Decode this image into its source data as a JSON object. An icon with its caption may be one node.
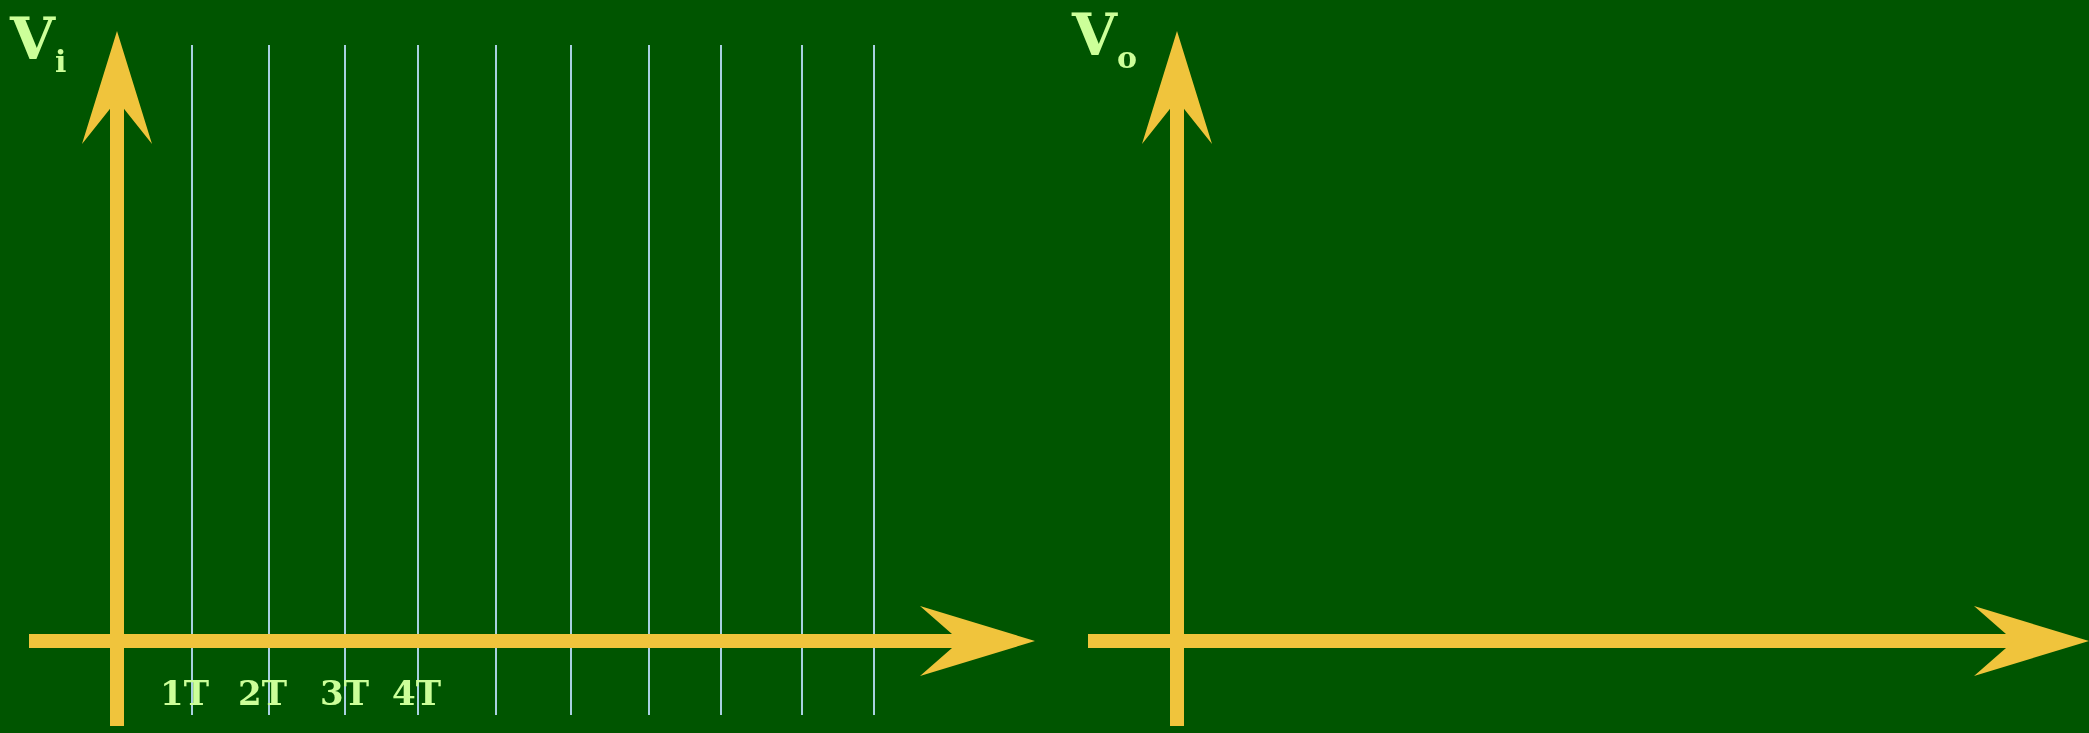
{
  "diagram": {
    "labels": [
      "V$_{i}$",
      "V$_{o}$",
      "1T",
      "2T",
      "3T",
      "4T"
    ]
  }
}
